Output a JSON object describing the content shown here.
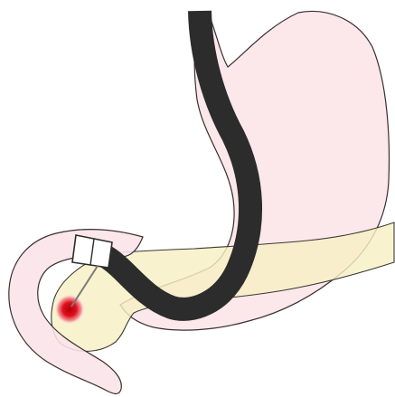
{
  "colors": {
    "background": "#ffffff",
    "stomach_fill": "#fbe4e8",
    "stomach_stroke": "#3a2f33",
    "pancreas_fill": "#f6efc4",
    "pancreas_stroke": "#3a3a30",
    "endoscope_body": "#2c2c2c",
    "endoscope_tip": "#ffffff",
    "needle": "#7a7a7a",
    "lesion_core": "#d8000f",
    "lesion_halo": "#f4a6ad"
  },
  "diagram": {
    "structures": [
      "stomach",
      "duodenum",
      "pancreas",
      "endoscope",
      "endoscope-tip",
      "needle",
      "lesion"
    ]
  }
}
